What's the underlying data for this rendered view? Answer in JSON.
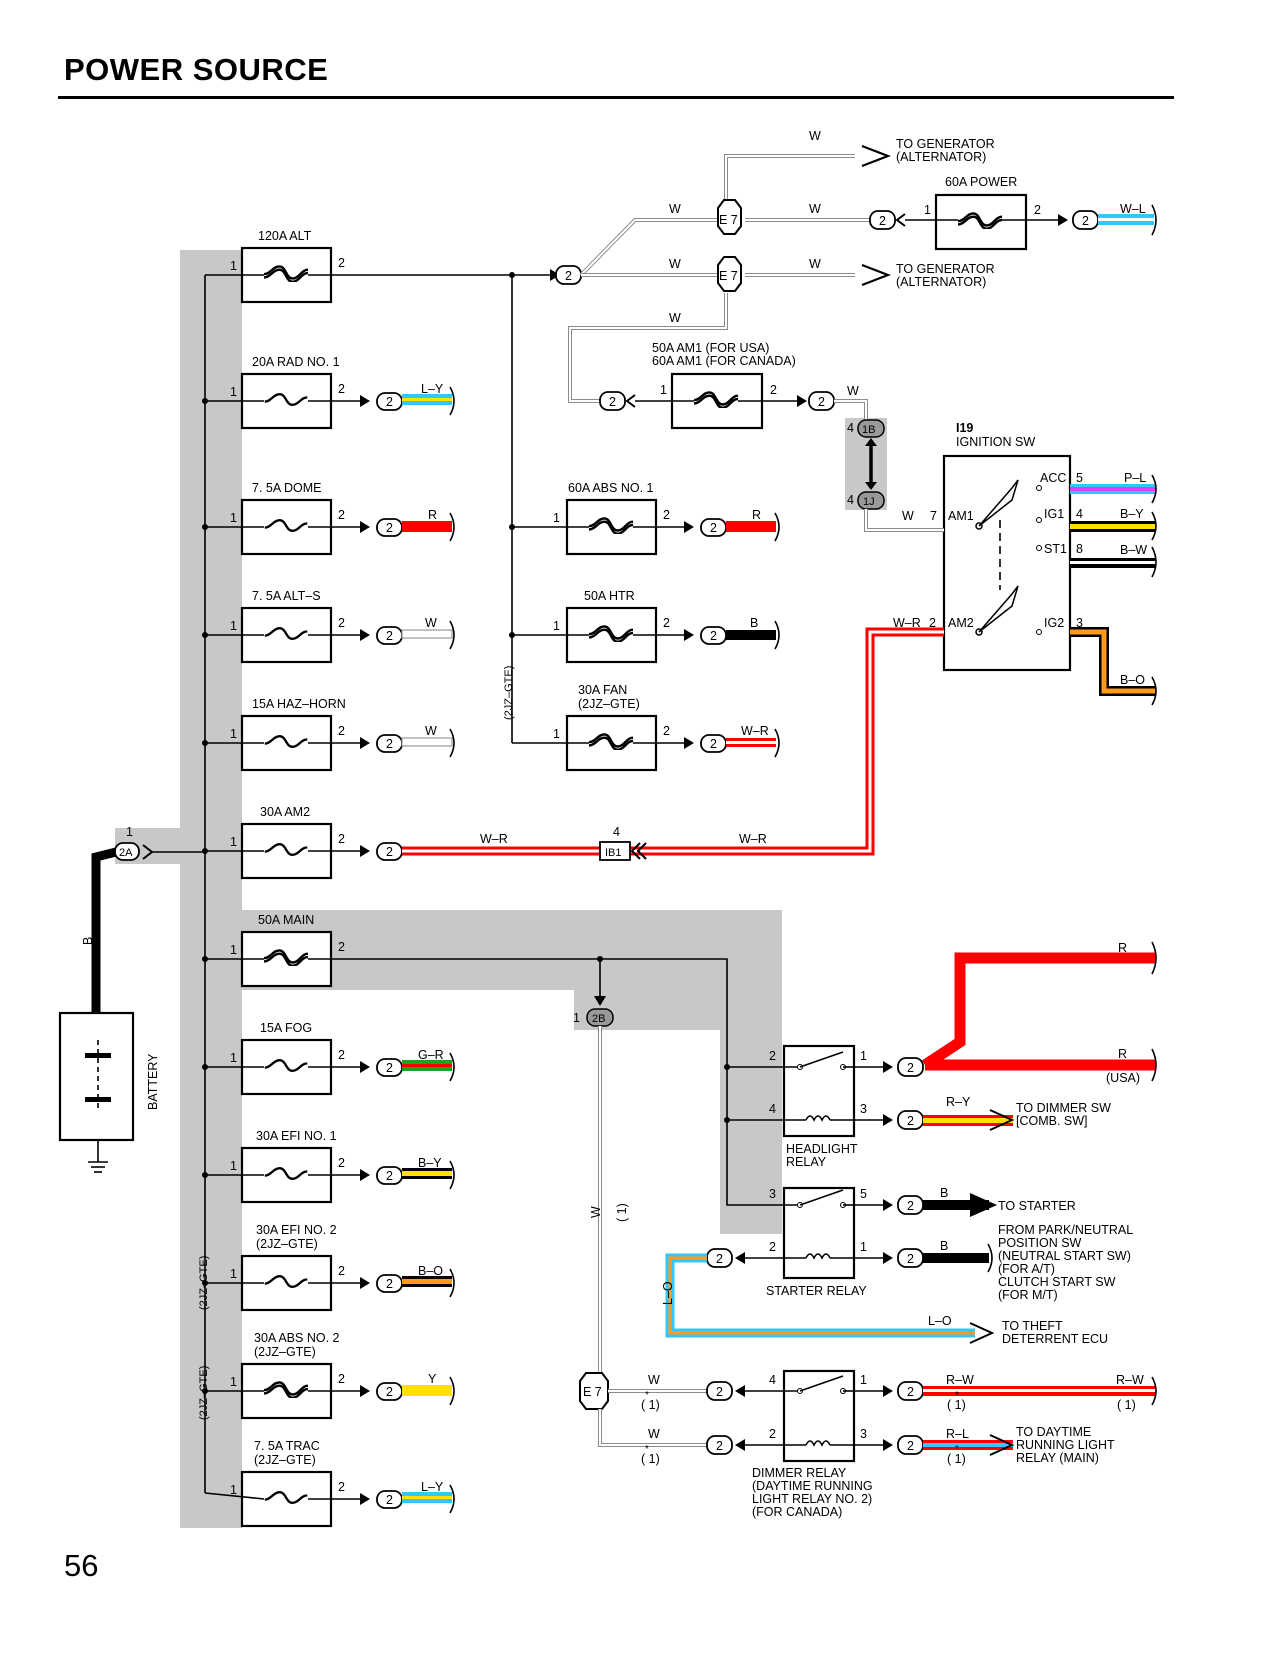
{
  "page": {
    "title": "POWER SOURCE",
    "page_number": "56"
  },
  "colors": {
    "W": "#ffffff",
    "R": "#ff0000",
    "B": "#000000",
    "Y": "#ffe000",
    "L": "#2ec8ff",
    "G": "#1aa61a",
    "O": "#ff9a1a",
    "P": "#e23cff",
    "shade": "#c8c8c8"
  },
  "battery": {
    "label": "BATTERY",
    "wire": "B",
    "connector": "2A",
    "pin": "1"
  },
  "left_fuses": [
    {
      "name": "120A ALT",
      "pin_in": "1",
      "pin_out": "2",
      "wire": "",
      "conn": ""
    },
    {
      "name": "20A RAD NO. 1",
      "pin_in": "1",
      "pin_out": "2",
      "wire": "L–Y",
      "conn": "2"
    },
    {
      "name": "7. 5A DOME",
      "pin_in": "1",
      "pin_out": "2",
      "wire": "R",
      "conn": "2"
    },
    {
      "name": "7. 5A ALT–S",
      "pin_in": "1",
      "pin_out": "2",
      "wire": "W",
      "conn": "2"
    },
    {
      "name": "15A HAZ–HORN",
      "pin_in": "1",
      "pin_out": "2",
      "wire": "W",
      "conn": "2"
    },
    {
      "name": "30A AM2",
      "pin_in": "1",
      "pin_out": "2",
      "wire": "W–R",
      "conn": "2"
    },
    {
      "name": "50A MAIN",
      "pin_in": "1",
      "pin_out": "2",
      "wire": "",
      "conn": ""
    },
    {
      "name": "15A FOG",
      "pin_in": "1",
      "pin_out": "2",
      "wire": "G–R",
      "conn": "2"
    },
    {
      "name": "30A EFI NO. 1",
      "pin_in": "1",
      "pin_out": "2",
      "wire": "B–Y",
      "conn": "2"
    },
    {
      "name": "30A EFI NO. 2",
      "name2": "(2JZ–GTE)",
      "pin_in": "1",
      "pin_out": "2",
      "wire": "B–O",
      "conn": "2"
    },
    {
      "name": "30A ABS NO. 2",
      "name2": "(2JZ–GTE)",
      "pin_in": "1",
      "pin_out": "2",
      "wire": "Y",
      "conn": "2"
    },
    {
      "name": "7. 5A TRAC",
      "name2": "(2JZ–GTE)",
      "pin_in": "1",
      "pin_out": "2",
      "wire": "L–Y",
      "conn": "2"
    }
  ],
  "left_bus_notes": [
    "(2JZ–GTE)",
    "(2JZ–GTE)"
  ],
  "middle_fuses": [
    {
      "name": "60A ABS NO. 1",
      "pin_in": "1",
      "pin_out": "2",
      "wire": "R",
      "conn": "2"
    },
    {
      "name": "50A HTR",
      "pin_in": "1",
      "pin_out": "2",
      "wire": "B",
      "conn": "2"
    },
    {
      "name": "30A FAN",
      "name2": "(2JZ–GTE)",
      "pin_in": "1",
      "pin_out": "2",
      "wire": "W–R",
      "conn": "2"
    }
  ],
  "middle_bus_note": "(2JZ–GTE)",
  "top": {
    "conn2": "2",
    "e7": "E 7",
    "wire_w": "W",
    "to_generator_1": "TO GENERATOR",
    "to_generator_2": "(ALTERNATOR)",
    "fuse_60a_power": "60A POWER",
    "power_pin_in": "1",
    "power_pin_out": "2",
    "power_wire": "W–L",
    "am1_line1": "50A AM1 (FOR USA)",
    "am1_line2": "60A AM1 (FOR CANADA)",
    "am1_pin_in": "1",
    "am1_pin_out": "2"
  },
  "ignition": {
    "id": "I19",
    "name": "IGNITION SW",
    "conn_1b": "1B",
    "conn_1j": "1J",
    "pin4": "4",
    "am1": "AM1",
    "am1_pin": "7",
    "am1_wire": "W",
    "am2": "AM2",
    "am2_pin": "2",
    "am2_wire": "W–R",
    "acc": "ACC",
    "acc_pin": "5",
    "acc_wire": "P–L",
    "ig1": "IG1",
    "ig1_pin": "4",
    "ig1_wire": "B–Y",
    "st1": "ST1",
    "st1_pin": "8",
    "st1_wire": "B–W",
    "ig2": "IG2",
    "ig2_pin": "3",
    "ig2_wire": "B–O"
  },
  "ib1": {
    "label": "IB1",
    "pin": "4",
    "wire_left": "W–R",
    "wire_right": "W–R"
  },
  "main_section": {
    "conn_2b": "2B",
    "conn_2b_pin": "1",
    "w_wire": "W",
    "w_note": "( 1)",
    "r_upper": "R",
    "r_lower": "R",
    "usa": "(USA)"
  },
  "headlight_relay": {
    "label1": "HEADLIGHT",
    "label2": "RELAY",
    "pin2": "2",
    "pin1": "1",
    "pin4": "4",
    "pin3": "3",
    "out_wire": "R–Y",
    "to1": "TO DIMMER SW",
    "to2": "[COMB.  SW]"
  },
  "starter_relay": {
    "label": "STARTER RELAY",
    "pin3": "3",
    "pin5": "5",
    "pin2": "2",
    "pin1": "1",
    "b1": "B",
    "b2": "B",
    "to_starter": "TO STARTER",
    "from1": "FROM PARK/NEUTRAL",
    "from2": "POSITION SW",
    "from3": "(NEUTRAL START SW)",
    "from4": "(FOR A/T)",
    "from5": "CLUTCH START SW",
    "from6": "(FOR M/T)",
    "lo_vert": "L–O",
    "lo_horiz": "L–O",
    "theft1": "TO THEFT",
    "theft2": "DETERRENT ECU"
  },
  "dimmer_relay": {
    "e7": "E 7",
    "pin4": "4",
    "pin1": "1",
    "pin2": "2",
    "pin3": "3",
    "w1": "W",
    "w2": "W",
    "star": "*",
    "note": "( 1)",
    "rw": "R–W",
    "rw2": "R–W",
    "rl": "R–L",
    "to1": "TO DAYTIME",
    "to2": "RUNNING LIGHT",
    "to3": "RELAY (MAIN)",
    "label1": "DIMMER RELAY",
    "label2": "(DAYTIME RUNNING",
    "label3": " LIGHT RELAY NO. 2)",
    "label4": "(FOR CANADA)"
  }
}
